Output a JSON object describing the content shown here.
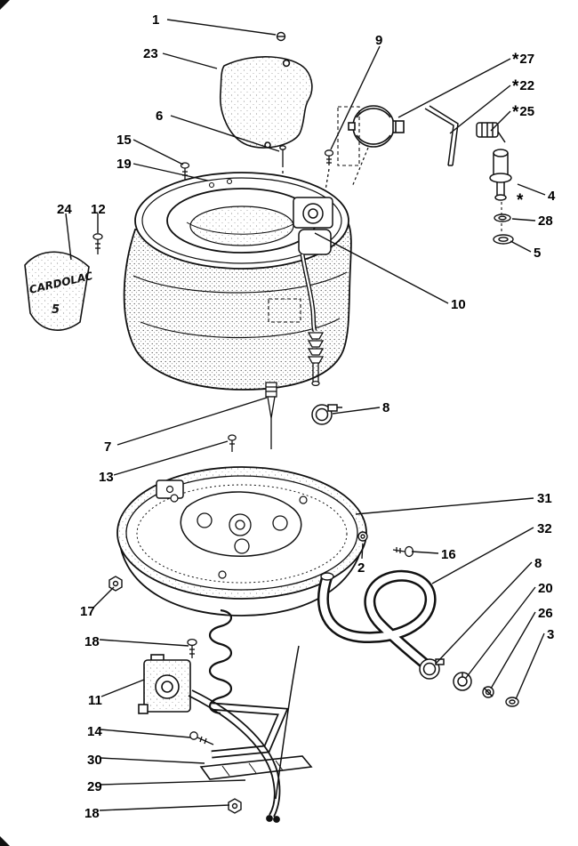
{
  "diagram": {
    "kind": "exploded-parts-diagram",
    "plate": {
      "line1": "CARDOLAC",
      "line2": "5"
    },
    "callouts": [
      {
        "label": "1"
      },
      {
        "label": "23"
      },
      {
        "label": "9"
      },
      {
        "label": "27",
        "prefix": "*"
      },
      {
        "label": "22",
        "prefix": "*"
      },
      {
        "label": "25",
        "prefix": "*"
      },
      {
        "label": "6"
      },
      {
        "label": "15"
      },
      {
        "label": "19"
      },
      {
        "label": "4"
      },
      {
        "label": "*"
      },
      {
        "label": "28"
      },
      {
        "label": "24"
      },
      {
        "label": "12"
      },
      {
        "label": "5"
      },
      {
        "label": "10"
      },
      {
        "label": "8"
      },
      {
        "label": "7"
      },
      {
        "label": "13"
      },
      {
        "label": "31"
      },
      {
        "label": "32"
      },
      {
        "label": "2"
      },
      {
        "label": "16"
      },
      {
        "label": "8"
      },
      {
        "label": "20"
      },
      {
        "label": "26"
      },
      {
        "label": "3"
      },
      {
        "label": "17"
      },
      {
        "label": "18"
      },
      {
        "label": "11"
      },
      {
        "label": "14"
      },
      {
        "label": "30"
      },
      {
        "label": "29"
      },
      {
        "label": "18"
      }
    ]
  }
}
